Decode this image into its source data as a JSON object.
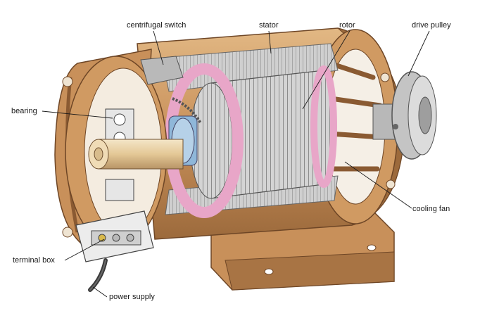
{
  "labels": {
    "centrifugal_switch": "centrifugal switch",
    "stator": "stator",
    "rotor": "rotor",
    "drive_pulley": "drive pulley",
    "bearing": "bearing",
    "cooling_fan": "cooling fan",
    "terminal_box": "terminal box",
    "power_supply": "power supply"
  },
  "colors": {
    "housing": "#c8905a",
    "housing_dark": "#8a5a32",
    "housing_light": "#e2b884",
    "stator_pink": "#e8a6c8",
    "winding": "#9a9a9a",
    "steel": "#c9c9c9",
    "blue_part": "#8fb7d9",
    "shaft": "#e9d2a8",
    "cable": "#3a3a3a"
  }
}
